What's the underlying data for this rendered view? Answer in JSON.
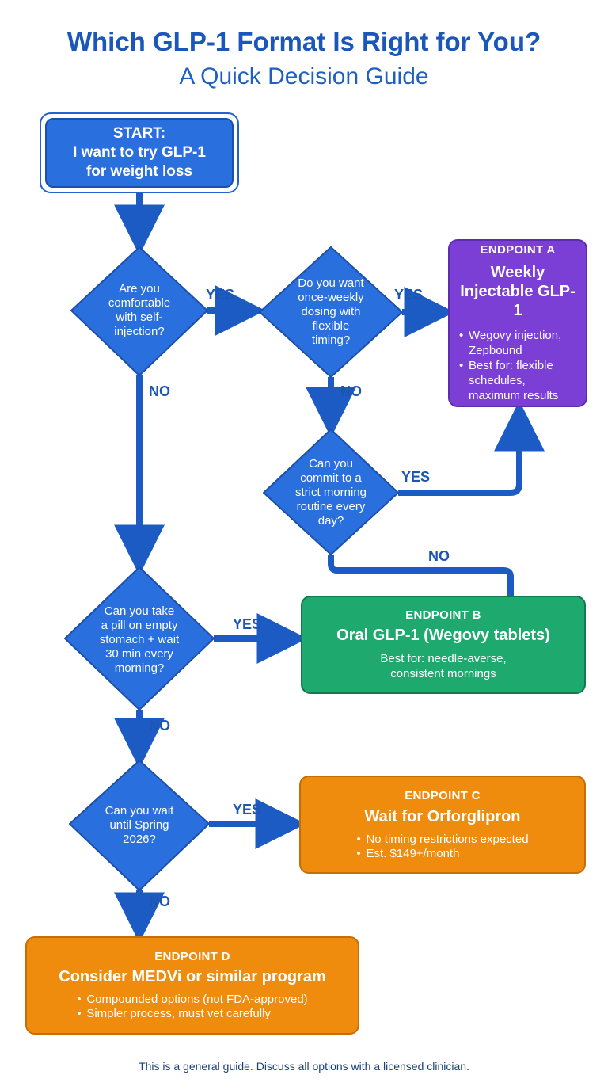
{
  "header": {
    "title": "Which GLP-1 Format Is Right for You?",
    "subtitle": "A Quick Decision Guide"
  },
  "start": {
    "lines": [
      "START:",
      "I want to try GLP-1",
      "for weight loss"
    ]
  },
  "questions": {
    "q1": [
      "Are you",
      "comfortable",
      "with self-",
      "injection?"
    ],
    "q2": [
      "Do you want",
      "once-weekly",
      "dosing with",
      "flexible",
      "timing?"
    ],
    "q3": [
      "Can you",
      "commit to a",
      "strict morning",
      "routine every",
      "day?"
    ],
    "q4": [
      "Can you take",
      "a pill on empty",
      "stomach + wait",
      "30 min every",
      "morning?"
    ],
    "q5": [
      "Can you wait",
      "until Spring",
      "2026?"
    ]
  },
  "labels": {
    "yes": "YES",
    "no": "NO"
  },
  "endpoints": {
    "a": {
      "label": "ENDPOINT A",
      "title_lines": [
        "Weekly",
        "Injectable GLP-1"
      ],
      "bullets": [
        "Wegovy injection, Zepbound",
        "Best for: flexible schedules, maximum results"
      ]
    },
    "b": {
      "label": "ENDPOINT B",
      "title": "Oral GLP-1 (Wegovy tablets)",
      "desc_lines": [
        "Best for: needle-averse,",
        "consistent mornings"
      ]
    },
    "c": {
      "label": "ENDPOINT C",
      "title": "Wait for Orforglipron",
      "bullets": [
        "No timing restrictions expected",
        "Est. $149+/month"
      ]
    },
    "d": {
      "label": "ENDPOINT D",
      "title": "Consider MEDVi or similar program",
      "bullets": [
        "Compounded options (not FDA-approved)",
        "Simpler process, must vet carefully"
      ]
    }
  },
  "footer": {
    "note": "This is a general guide. Discuss all options with a licensed clinician."
  },
  "colors": {
    "blue": "#2a6fde",
    "arrow": "#1d5bc4",
    "purple": "#7b3fd6",
    "green": "#1eaa6e",
    "orange": "#ef8c0e"
  }
}
